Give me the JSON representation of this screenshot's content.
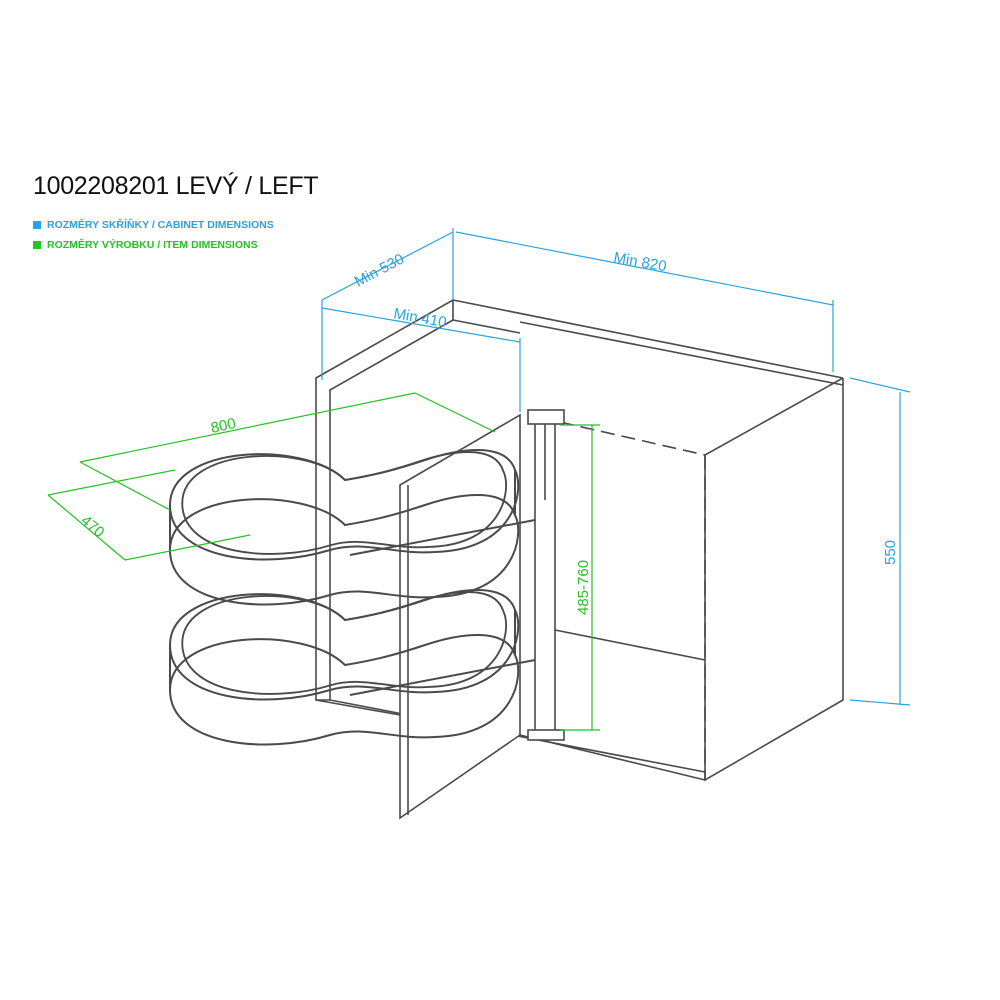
{
  "title": "1002208201 LEVÝ / LEFT",
  "legend": [
    {
      "label": "ROZMĚRY SKŘÍŇKY / CABINET DIMENSIONS",
      "color": "#29a3dc"
    },
    {
      "label": "ROZMĚRY VÝROBKU / ITEM DIMENSIONS",
      "color": "#22c322"
    }
  ],
  "dimensions": {
    "cabinet_depth": "Min 530",
    "cabinet_width": "Min 820",
    "door_width": "Min 410",
    "cabinet_height": "550",
    "item_width": "800",
    "item_depth": "470",
    "item_height": "485-760"
  },
  "colors": {
    "cabinet": "#29a3dc",
    "item": "#22c322",
    "drawing": "#4a4a4a"
  }
}
